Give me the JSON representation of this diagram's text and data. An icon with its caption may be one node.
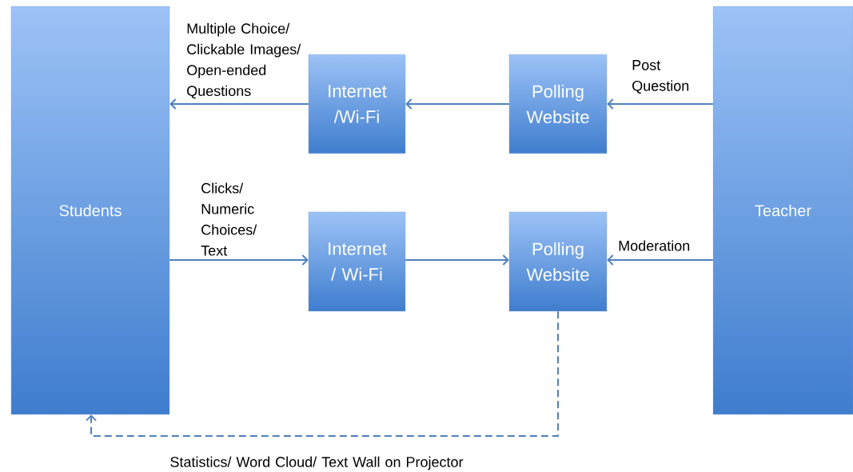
{
  "diagram": {
    "nodes": [
      {
        "text": [
          "Students"
        ]
      },
      {
        "text": [
          "Internet /Wi-Fi"
        ]
      },
      {
        "text": [
          "Polling Website"
        ]
      },
      {
        "text": [
          "Teacher"
        ]
      },
      {
        "text": [
          "Internet / Wi-Fi"
        ]
      },
      {
        "text": [
          "Polling Website"
        ]
      }
    ],
    "edges": [
      {
        "from": 3,
        "to": 2,
        "arrow": "to",
        "label": "Post Question"
      },
      {
        "from": 2,
        "to": 1,
        "arrow": "to"
      },
      {
        "from": 1,
        "to": 0,
        "arrow": "to",
        "label": "Multiple Choice/ Clickable Images/ Open-ended Questions"
      },
      {
        "from": 0,
        "to": 4,
        "arrow": "to",
        "label": "Clicks/ Numeric Choices/ Text"
      },
      {
        "from": 4,
        "to": 5,
        "arrow": "to"
      },
      {
        "from": 3,
        "to": 5,
        "arrow": "to",
        "label": "Moderation"
      },
      {
        "from": 5,
        "to": 0,
        "arrow": "to",
        "style": "dashed",
        "label": "Statistics/ Word Cloud/ Text Wall on Projector"
      }
    ]
  }
}
